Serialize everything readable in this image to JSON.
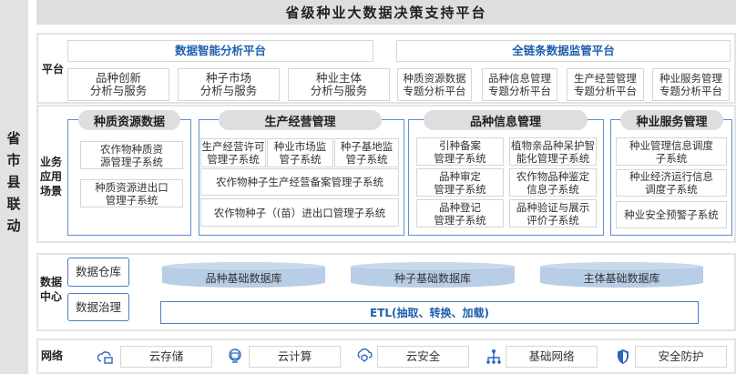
{
  "side_label": "省市县联动",
  "title": "省级种业大数据决策支持平台",
  "platform": {
    "label": "平台",
    "left_header": "数据智能分析平台",
    "right_header": "全链条数据监管平台",
    "left_items": [
      "品种创新\n分析与服务",
      "种子市场\n分析与服务",
      "种业主体\n分析与服务"
    ],
    "right_items": [
      "种质资源数据\n专题分析平台",
      "品种信息管理\n专题分析平台",
      "生产经营管理\n专题分析平台",
      "种业服务管理\n专题分析平台"
    ]
  },
  "business": {
    "label": "业务\n应用\n场景",
    "groups": [
      {
        "title": "种质资源数据",
        "items": [
          "农作物种质资\n源管理子系统",
          "种质资源进出口\n管理子系统"
        ]
      },
      {
        "title": "生产经营管理",
        "items": [
          "生产经营许可\n管理子系统",
          "种业市场监\n管子系统",
          "种子基地监\n管子系统",
          "农作物种子生产经营备案管理子系统",
          "农作物种子（(苗）进出口管理子系统"
        ]
      },
      {
        "title": "品种信息管理",
        "items": [
          "引种备案\n管理子系统",
          "植物亲品种呆护智\n能化管理子系统",
          "品种审定\n管理子系统",
          "农作物品种鉴定\n信息子系统",
          "品种登记\n管理子系统",
          "品种验证与展示\n评价子系统"
        ]
      },
      {
        "title": "种业服务管理",
        "items": [
          "种业管理信息调度\n子系统",
          "种业经济运行信息\n调度子系统",
          "种业安全预警子系统"
        ]
      }
    ]
  },
  "data_center": {
    "label": "数据\n中心",
    "side_items": [
      "数据仓库",
      "数据治理"
    ],
    "databases": [
      "品种基础数据库",
      "种子基础数据库",
      "主体基础数据库"
    ],
    "etl": "ETL(抽取、转换、加载)"
  },
  "network": {
    "label": "网络",
    "items": [
      {
        "icon": "cloud-storage-icon",
        "label": "云存储"
      },
      {
        "icon": "cloud-computing-icon",
        "label": "云计算"
      },
      {
        "icon": "cloud-security-icon",
        "label": "云安全"
      },
      {
        "icon": "network-topology-icon",
        "label": "基础网络"
      },
      {
        "icon": "shield-icon",
        "label": "安全防护"
      }
    ]
  }
}
